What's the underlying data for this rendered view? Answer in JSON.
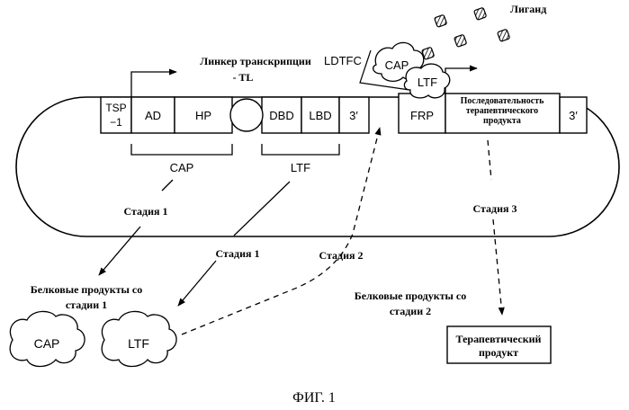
{
  "construct": {
    "tsp": [
      "TSP",
      "−1"
    ],
    "ad": "AD",
    "hp": "HP",
    "dbd": "DBD",
    "lbd": "LBD",
    "end1": "3′",
    "frp": "FRP",
    "therapeutic_seq": [
      "Последовательность",
      "терапевтического",
      "продукта"
    ],
    "end2": "3′"
  },
  "linker": [
    "Линкер транскрипции",
    "- TL"
  ],
  "ldtfc": "LDTFC",
  "complex": {
    "cap": "CAP",
    "ltf": "LTF"
  },
  "ligand_label": "Лиганд",
  "brackets": {
    "cap": "CAP",
    "ltf": "LTF"
  },
  "stages": {
    "stage1_a": "Стадия 1",
    "stage1_b": "Стадия 1",
    "stage2": "Стадия 2",
    "stage3": "Стадия 3"
  },
  "products1": [
    "Белковые продукты со",
    "стадии 1"
  ],
  "products2": [
    "Белковые продукты со",
    "стадии 2"
  ],
  "clouds": {
    "cap": "CAP",
    "ltf": "LTF"
  },
  "therapeutic_product": [
    "Терапевтический",
    "продукт"
  ],
  "figure_caption": "ФИГ. 1"
}
